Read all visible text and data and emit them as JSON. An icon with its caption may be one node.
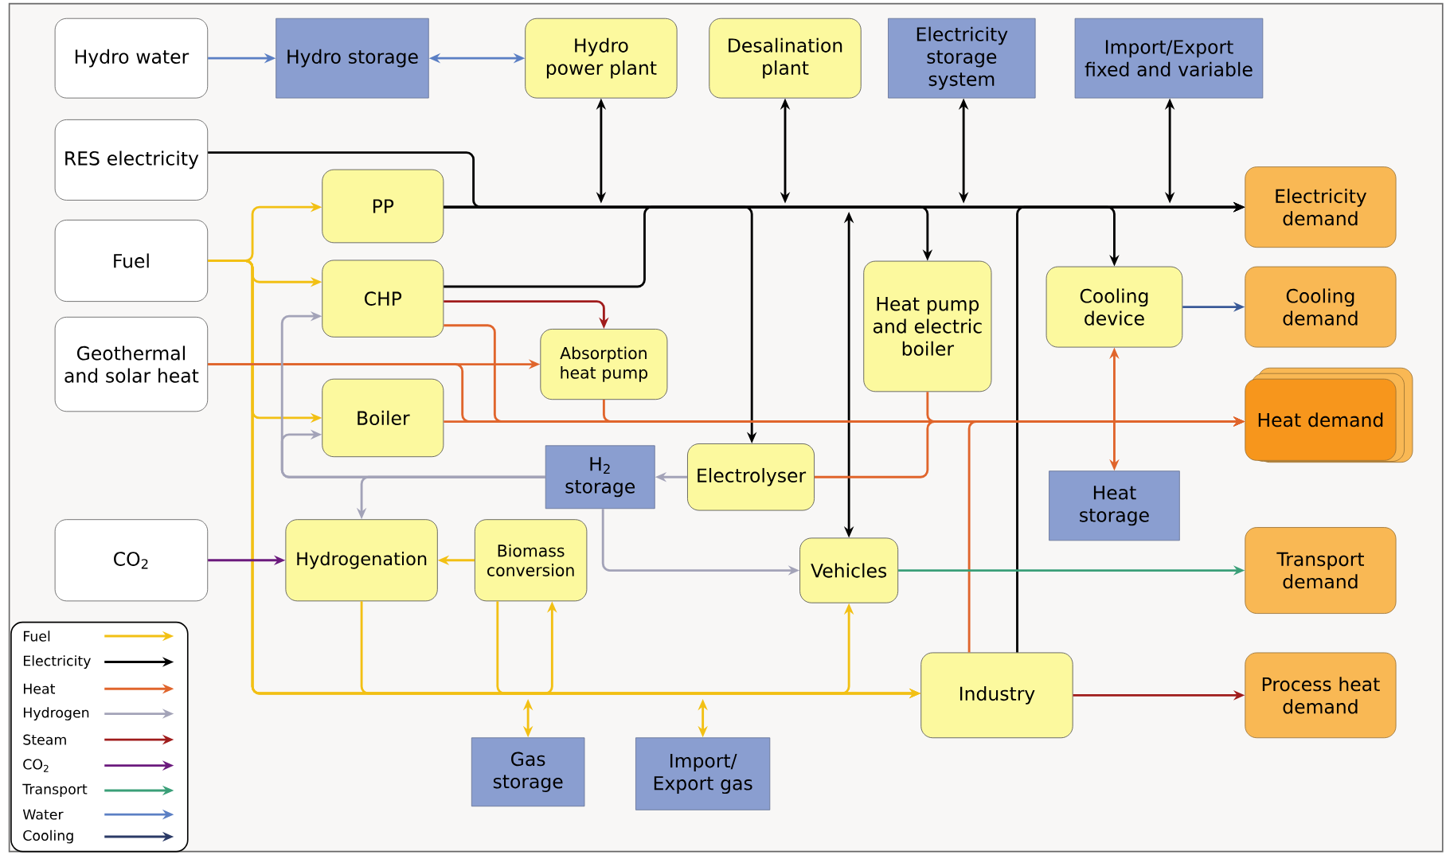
{
  "diagram": {
    "nodes": [
      {
        "text": [
          "Hydro water"
        ]
      },
      {
        "text": [
          "Hydro storage"
        ]
      },
      {
        "text": [
          "Hydro power plant"
        ]
      },
      {
        "text": [
          "Desalination plant"
        ]
      },
      {
        "text": [
          "Electricity storage system"
        ]
      },
      {
        "text": [
          "Import/Export fixed and variable"
        ]
      },
      {
        "text": [
          "RES electricity"
        ]
      },
      {
        "text": [
          "Fuel"
        ]
      },
      {
        "text": [
          "Geothermal and solar heat"
        ]
      },
      {
        "text": [
          "CO$_{2}$"
        ]
      },
      {
        "text": [
          "PP"
        ]
      },
      {
        "text": [
          "CHP"
        ]
      },
      {
        "text": [
          "Absorption heat pump"
        ]
      },
      {
        "text": [
          "Boiler"
        ]
      },
      {
        "text": [
          "Heat pump and electric boiler"
        ]
      },
      {
        "text": [
          "Cooling device"
        ]
      },
      {
        "text": [
          "H$_{2}$ storage"
        ]
      },
      {
        "text": [
          "Electrolyser"
        ]
      },
      {
        "text": [
          "Hydrogenation"
        ]
      },
      {
        "text": [
          "Biomass conversion"
        ]
      },
      {
        "text": [
          "Vehicles"
        ]
      },
      {
        "text": [
          "Heat storage"
        ]
      },
      {
        "text": [
          "Industry"
        ]
      },
      {
        "text": [
          "Gas storage"
        ]
      },
      {
        "text": [
          "Import/ Export gas"
        ]
      },
      {
        "text": [
          "Electricity demand"
        ]
      },
      {
        "text": [
          "Cooling demand"
        ]
      },
      {
        "text": [
          "Heat demand"
        ]
      },
      {
        "text": [
          "Transport demand"
        ]
      },
      {
        "text": [
          "Process heat demand"
        ]
      }
    ],
    "edges": [
      {
        "from": 0,
        "to": 1,
        "arrow": "to",
        "color": "#5b7fc4"
      },
      {
        "from": 1,
        "to": 2,
        "arrow": "both",
        "color": "#5b7fc4"
      },
      {
        "from": 6,
        "to": 25,
        "arrow": "to"
      },
      {
        "from": 10,
        "to": 25,
        "arrow": "to"
      },
      {
        "from": 11,
        "to": 25,
        "arrow": "to"
      },
      {
        "from": 2,
        "to": null,
        "arrow": "both"
      },
      {
        "from": 3,
        "to": null,
        "arrow": "both"
      },
      {
        "from": 4,
        "to": null,
        "arrow": "both"
      },
      {
        "from": 5,
        "to": null,
        "arrow": "both"
      },
      {
        "from": 20,
        "to": null,
        "arrow": "both"
      },
      {
        "from": 22,
        "to": 25,
        "arrow": "to"
      },
      {
        "from": 10,
        "to": 17,
        "arrow": "to"
      },
      {
        "from": 10,
        "to": 14,
        "arrow": "to"
      },
      {
        "from": 10,
        "to": 15,
        "arrow": "to"
      },
      {
        "from": 7,
        "to": 10,
        "arrow": "to",
        "color": "#f2c014"
      },
      {
        "from": 7,
        "to": 11,
        "arrow": "to",
        "color": "#f2c014"
      },
      {
        "from": 7,
        "to": 13,
        "arrow": "to",
        "color": "#f2c014"
      },
      {
        "from": 7,
        "to": 22,
        "arrow": "to",
        "color": "#f2c014"
      },
      {
        "from": 18,
        "to": 22,
        "arrow": "to",
        "color": "#f2c014"
      },
      {
        "from": 19,
        "to": 22,
        "arrow": "to",
        "color": "#f2c014"
      },
      {
        "from": 7,
        "to": 19,
        "arrow": "to",
        "color": "#f2c014"
      },
      {
        "from": 7,
        "to": 20,
        "arrow": "to",
        "color": "#f2c014"
      },
      {
        "from": 23,
        "to": null,
        "arrow": "both",
        "color": "#f2c014"
      },
      {
        "from": 24,
        "to": null,
        "arrow": "both",
        "color": "#f2c014"
      },
      {
        "from": 19,
        "to": 18,
        "arrow": "to",
        "color": "#f2c014"
      },
      {
        "from": 8,
        "to": 12,
        "arrow": "to",
        "color": "#e0652c"
      },
      {
        "from": 8,
        "to": 27,
        "arrow": "to",
        "color": "#e0652c"
      },
      {
        "from": 11,
        "to": 27,
        "arrow": "to",
        "color": "#e0652c"
      },
      {
        "from": 12,
        "to": 27,
        "arrow": "to",
        "color": "#e0652c"
      },
      {
        "from": 13,
        "to": 27,
        "arrow": "to",
        "color": "#e0652c"
      },
      {
        "from": 14,
        "to": 27,
        "arrow": "to",
        "color": "#e0652c"
      },
      {
        "from": 17,
        "to": 27,
        "arrow": "to",
        "color": "#e0652c"
      },
      {
        "from": 22,
        "to": 27,
        "arrow": "to",
        "color": "#e0652c"
      },
      {
        "from": 21,
        "to": 15,
        "arrow": "both",
        "color": "#e0652c"
      },
      {
        "from": 11,
        "to": 12,
        "arrow": "to",
        "color": "#a01c1c"
      },
      {
        "from": 22,
        "to": 29,
        "arrow": "to",
        "color": "#a01c1c"
      },
      {
        "from": 17,
        "to": 16,
        "arrow": "to",
        "color": "#a3a3b8"
      },
      {
        "from": 16,
        "to": 11,
        "arrow": "to",
        "color": "#a3a3b8"
      },
      {
        "from": 16,
        "to": 13,
        "arrow": "to",
        "color": "#a3a3b8"
      },
      {
        "from": 16,
        "to": 18,
        "arrow": "to",
        "color": "#a3a3b8"
      },
      {
        "from": 16,
        "to": 20,
        "arrow": "to",
        "color": "#a3a3b8"
      },
      {
        "from": 9,
        "to": 18,
        "arrow": "to",
        "color": "#6b1a7d"
      },
      {
        "from": 20,
        "to": 28,
        "arrow": "to",
        "color": "#3a9f78"
      },
      {
        "from": 15,
        "to": 26,
        "arrow": "to",
        "color": "#3a5a98"
      }
    ],
    "legend": [
      {
        "text": "Fuel"
      },
      {
        "text": "Electricity"
      },
      {
        "text": "Heat"
      },
      {
        "text": "Hydrogen"
      },
      {
        "text": "Steam"
      },
      {
        "text": "CO$_{2}$"
      },
      {
        "text": "Transport"
      },
      {
        "text": "Water"
      },
      {
        "text": "Cooling"
      }
    ]
  }
}
